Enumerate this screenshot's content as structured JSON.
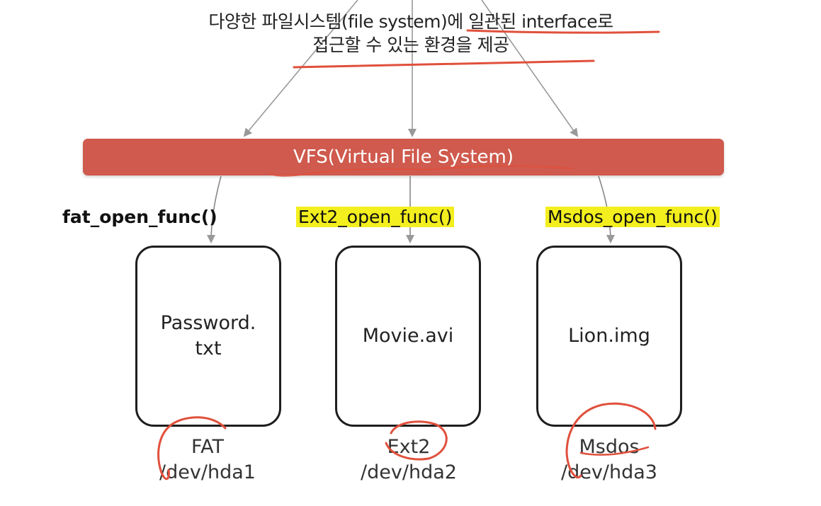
{
  "caption": {
    "line1": "다양한 파일시스템(file system)에 일관된 interface로",
    "line2": "접근할 수 있는 환경을 제공"
  },
  "vfs": {
    "label": "VFS(Virtual File System)"
  },
  "filesystems": [
    {
      "func": "fat_open_func()",
      "file": "Password. txt",
      "type": "FAT",
      "device": "/dev/hda1"
    },
    {
      "func": "Ext2_open_func()",
      "file": "Movie.avi",
      "type": "Ext2",
      "device": "/dev/hda2"
    },
    {
      "func": "Msdos_open_func()",
      "file": "Lion.img",
      "type": "Msdos",
      "device": "/dev/hda3"
    }
  ],
  "colors": {
    "vfs_bar": "#cf5a4d",
    "highlight": "#f3ef1e",
    "annotation_ink": "#e0503c",
    "arrow": "#999999"
  }
}
